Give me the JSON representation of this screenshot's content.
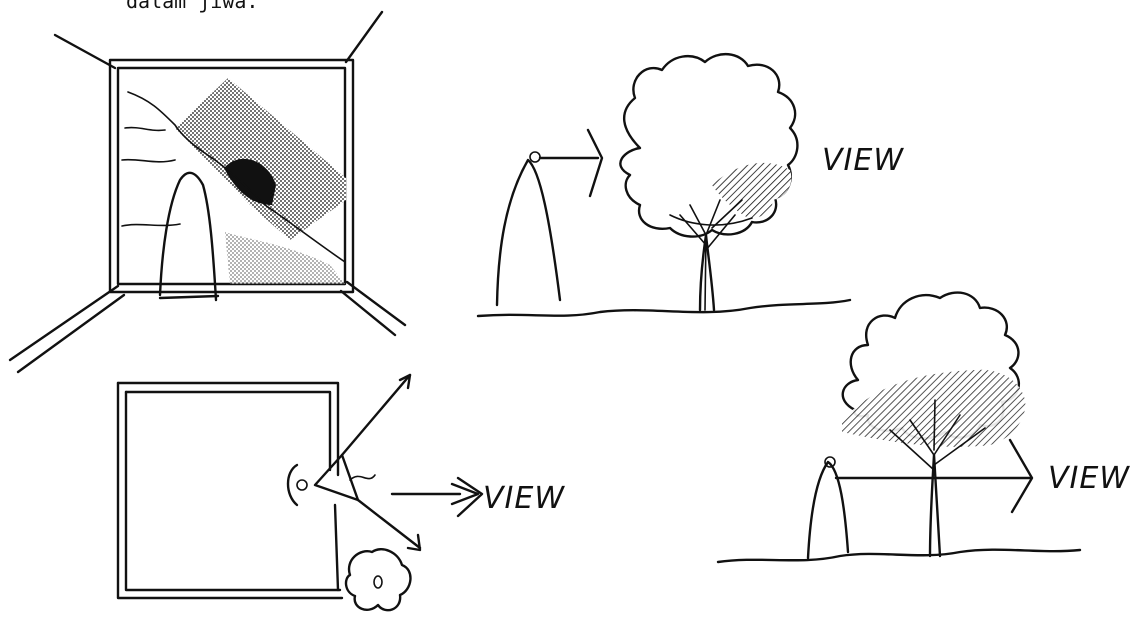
{
  "caption_top": "dalam jiwa.",
  "labels": {
    "view_top_tree": "VIEW",
    "view_plan": "VIEW",
    "view_bottom_tree": "VIEW"
  },
  "colors": {
    "ink": "#111111",
    "paper": "#ffffff"
  }
}
